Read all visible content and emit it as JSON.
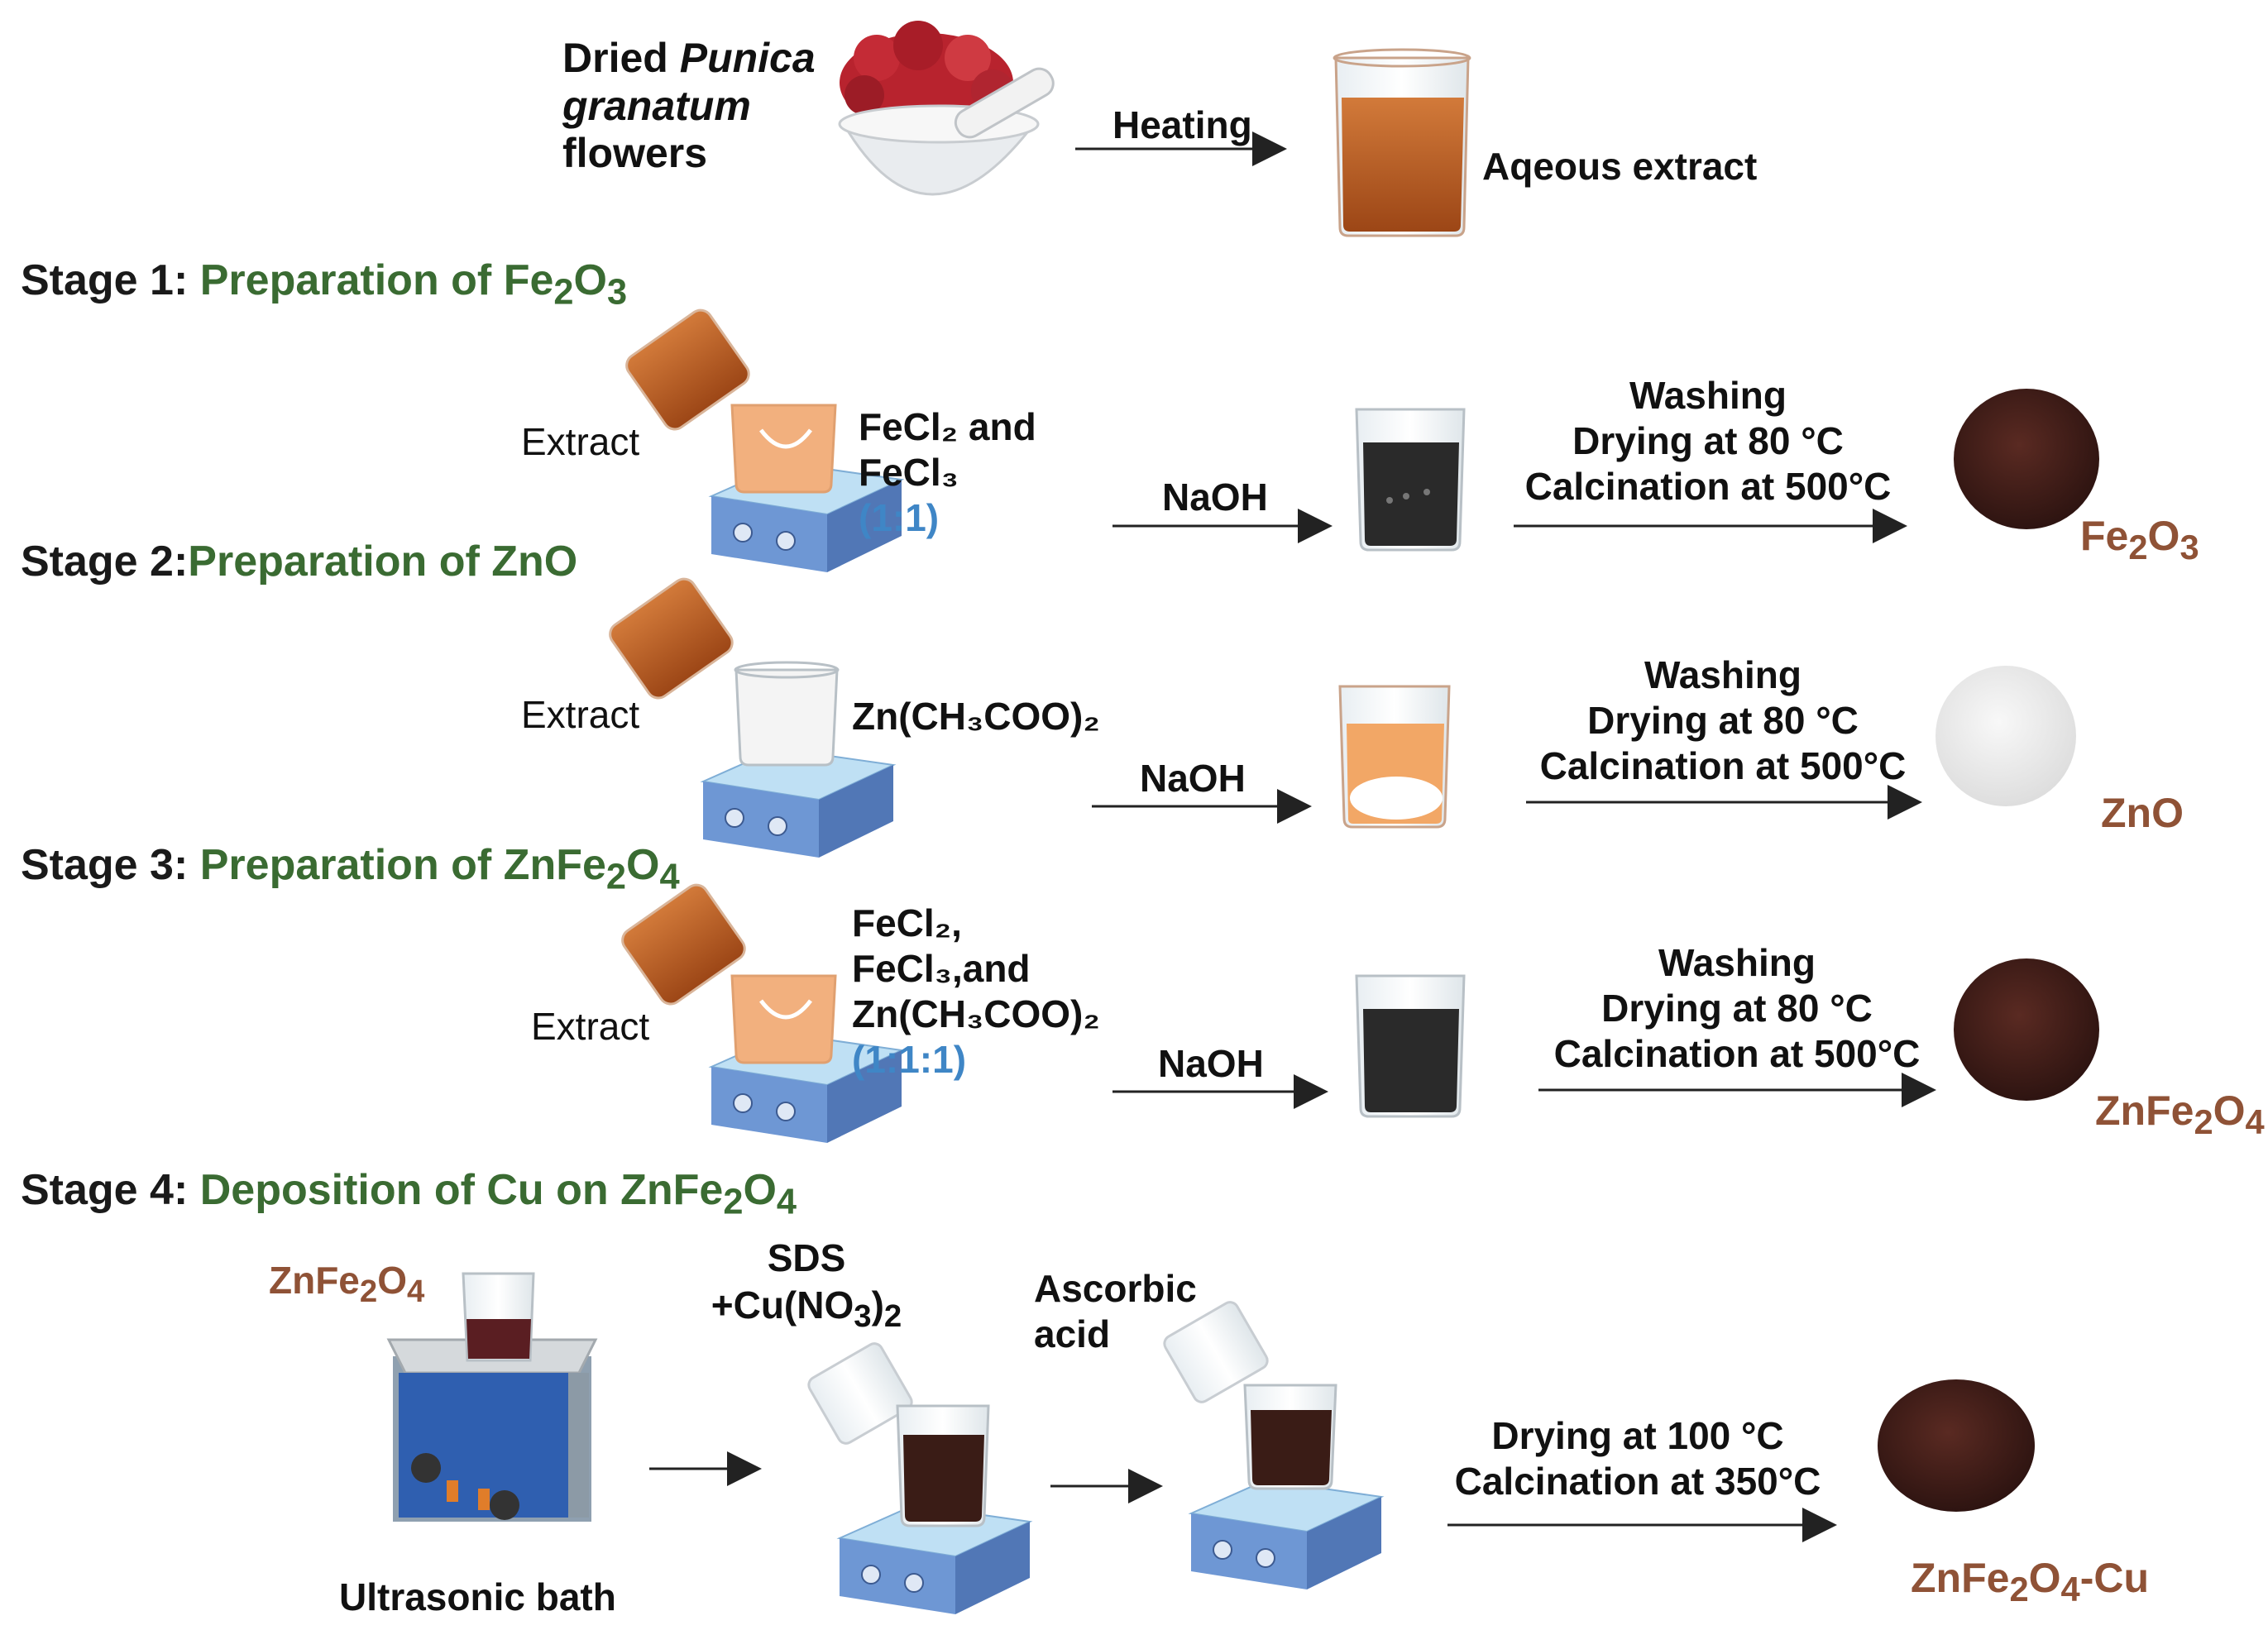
{
  "header": {
    "flowers_label_line1": "Dried",
    "flowers_label_italic1": "Punica",
    "flowers_label_line2": "granatum",
    "flowers_label_line3": "flowers",
    "heating": "Heating",
    "extract_label": "Aqeous extract"
  },
  "stage1": {
    "prefix": "Stage 1: ",
    "title": "Preparation of ",
    "formula": "Fe",
    "sub1": "2",
    "formula2": "O",
    "sub2": "3",
    "extract": "Extract",
    "reagent_line1": "FeCl₂ and",
    "reagent_line2": "FeCl₃",
    "ratio": "(1:1)",
    "base": "NaOH",
    "step1": "Washing",
    "step2": "Drying at 80 °C",
    "step3": "Calcination  at 500°C",
    "product": "Fe",
    "product_sub1": "2",
    "product_mid": "O",
    "product_sub2": "3"
  },
  "stage2": {
    "prefix": "Stage 2:",
    "title": "Preparation of ZnO",
    "extract": "Extract",
    "reagent": "Zn(CH₃COO)₂",
    "base": "NaOH",
    "step1": "Washing",
    "step2": "Drying at 80 °C",
    "step3": "Calcination  at 500°C",
    "product": "ZnO"
  },
  "stage3": {
    "prefix": "Stage 3: ",
    "title": "Preparation of ZnFe",
    "sub1": "2",
    "title_mid": "O",
    "sub2": "4",
    "extract": "Extract",
    "reagent_line1": "FeCl₂,",
    "reagent_line2": "FeCl₃,and",
    "reagent_line3": "Zn(CH₃COO)₂",
    "ratio": "(1:1:1)",
    "base": "NaOH",
    "step1": "Washing",
    "step2": "Drying at 80 °C",
    "step3": "Calcination  at 500°C",
    "product": "ZnFe",
    "product_sub1": "2",
    "product_mid": "O",
    "product_sub2": "4"
  },
  "stage4": {
    "prefix": "Stage 4: ",
    "title": "Deposition of Cu on ZnFe",
    "sub1": "2",
    "title_mid": "O",
    "sub2": "4",
    "start_label": "ZnFe",
    "start_sub1": "2",
    "start_mid": "O",
    "start_sub2": "4",
    "bath_label": "Ultrasonic bath",
    "reagent1_line1": "SDS",
    "reagent1_line2": "+Cu(NO",
    "reagent1_sub": "3",
    "reagent1_end": ")",
    "reagent1_sub2": "2",
    "reagent2_line1": "Ascorbic",
    "reagent2_line2": "acid",
    "step1": "Drying at 100 °C",
    "step2": "Calcination  at 350°C",
    "product": "ZnFe",
    "product_sub1": "2",
    "product_mid": "O",
    "product_sub2": "4",
    "product_end": "-Cu"
  },
  "colors": {
    "stage_title": "#3a6b32",
    "product": "#8f5236",
    "ratio": "#3f86c6",
    "extract_liquid": "#b55a22",
    "black_solution": "#2a2a2a"
  }
}
